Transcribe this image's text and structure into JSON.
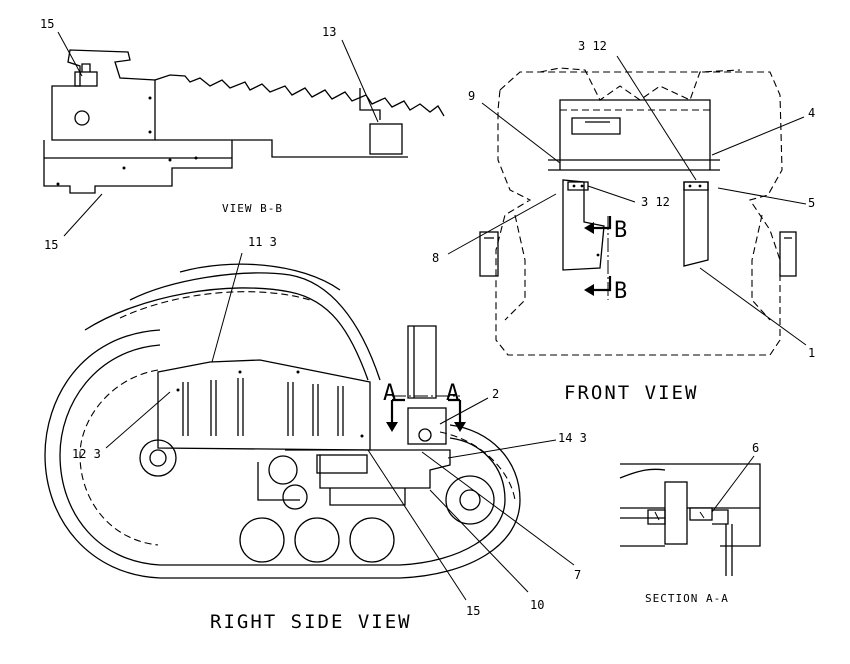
{
  "views": {
    "view_bb": "VIEW B-B",
    "front": "FRONT VIEW",
    "right_side": "RIGHT SIDE VIEW",
    "section_aa": "SECTION A-A"
  },
  "section_marks": {
    "a": "A",
    "b": "B"
  },
  "callouts": {
    "bb_15_top": "15",
    "bb_13": "13",
    "bb_15_bottom": "15",
    "f_3_12_top": "3 12",
    "f_9": "9",
    "f_4": "4",
    "f_3_12_mid": "3 12",
    "f_5": "5",
    "f_8": "8",
    "f_1": "1",
    "s_11_3": "11 3",
    "s_2": "2",
    "s_14_3": "14 3",
    "s_12_3": "12 3",
    "s_7": "7",
    "s_10": "10",
    "s_15": "15",
    "sec_6": "6"
  }
}
